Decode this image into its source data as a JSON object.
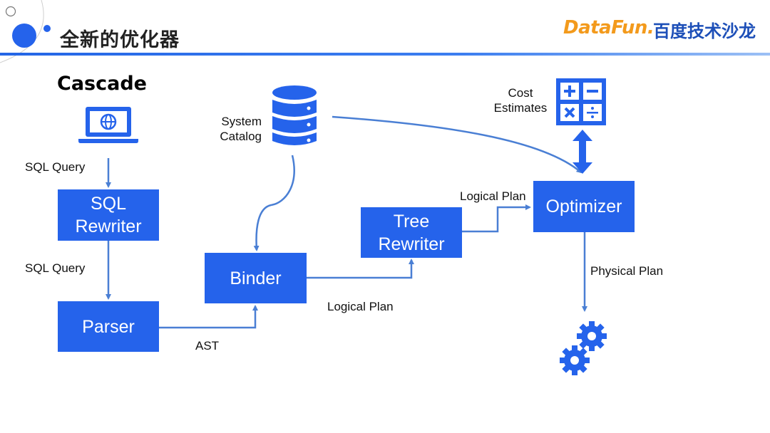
{
  "header": {
    "title": "全新的优化器",
    "logo_datafun": "DataFun.",
    "logo_baidu": "百度技术沙龙"
  },
  "diagram": {
    "heading": "Cascade",
    "nodes": {
      "sql_rewriter": "SQL\nRewriter",
      "parser": "Parser",
      "binder": "Binder",
      "tree_rewriter": "Tree\nRewriter",
      "optimizer": "Optimizer"
    },
    "node_labels": {
      "sql_rewriter_line1": "SQL",
      "sql_rewriter_line2": "Rewriter",
      "tree_rewriter_line1": "Tree",
      "tree_rewriter_line2": "Rewriter"
    },
    "icons": {
      "client": "laptop-globe-icon",
      "catalog": "database-icon",
      "cost": "calculator-icon",
      "executor": "gears-icon"
    },
    "edge_labels": {
      "client_to_sql_rewriter": "SQL Query",
      "sql_rewriter_to_parser": "SQL Query",
      "parser_to_binder": "AST",
      "binder_to_tree_rewriter": "Logical Plan",
      "tree_rewriter_to_optimizer": "Logical Plan",
      "optimizer_to_executor": "Physical Plan",
      "catalog_line1": "System",
      "catalog_line2": "Catalog",
      "cost_line1": "Cost",
      "cost_line2": "Estimates"
    },
    "colors": {
      "node_fill": "#2563eb",
      "edge": "#4a7fd4",
      "title_text": "#222222"
    }
  }
}
